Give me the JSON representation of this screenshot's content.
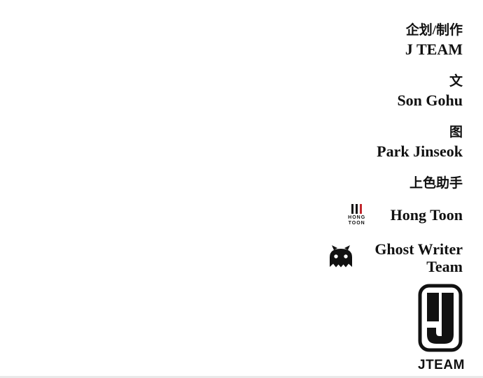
{
  "credits": {
    "planning": {
      "role": "企划/制作",
      "name": "J TEAM"
    },
    "writing": {
      "role": "文",
      "name": "Son Gohu"
    },
    "art": {
      "role": "图",
      "name": "Park Jinseok"
    },
    "coloring": {
      "role": "上色助手"
    }
  },
  "colorists": {
    "hong_toon": {
      "name": "Hong Toon",
      "logo_line1": "HONG",
      "logo_line2": "TOON"
    },
    "ghost_writer": {
      "name_line1": "Ghost Writer",
      "name_line2": "Team"
    }
  },
  "jteam_logo": {
    "letter": "J",
    "caption": "JTEAM"
  },
  "colors": {
    "text": "#111111",
    "accent_red": "#c1272d",
    "background": "#ffffff"
  }
}
